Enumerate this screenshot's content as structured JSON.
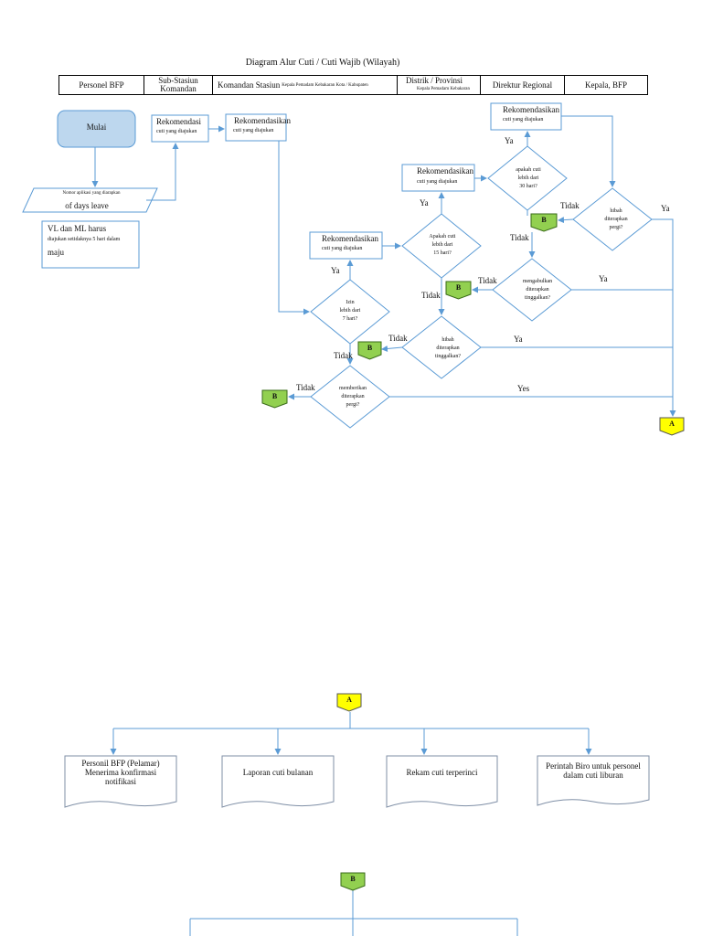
{
  "title": "Diagram Alur Cuti / Cuti Wajib (Wilayah)",
  "header": [
    {
      "label": "Personel BFP"
    },
    {
      "label": "Sub-Stasiun Komandan"
    },
    {
      "label": "Komandan Stasiun",
      "sub": "Kepala Pemadam Kebakaran Kota / Kabupaten"
    },
    {
      "label": "Distrik / Provinsi",
      "sub": "Kepala Pemadam Kebakaran"
    },
    {
      "label": "Direktur Regional"
    },
    {
      "label": "Kepala, BFP"
    }
  ],
  "nodes": {
    "start": "Mulai",
    "apply_line1": "Nomor aplikasi yang diarapkan",
    "apply_line2": "of days leave",
    "note_title": "VL dan ML harus",
    "note_line2": "diajukan setidaknya 5 hari dalam",
    "note_line3": "maju",
    "rec1_title": "Rekomendasi",
    "rec1_sub": "cuti yang diajukan",
    "rec2_title": "Rekomendasikan",
    "rec2_sub": "cuti yang diajukan",
    "rec3_title": "Rekomendasikan",
    "rec3_sub": "cuti yang diajukan",
    "rec4_title": "Rekomendasikan",
    "rec4_sub": "cuti yang diajukan",
    "rec5_title": "Rekomendasikan",
    "rec5_sub": "cuti yang diajukan",
    "d7": [
      "Izin",
      "lebih dari",
      "7 hari?"
    ],
    "d15": [
      "Apakah cuti",
      "lebih dari",
      "15 hari?"
    ],
    "d30": [
      "apakah cuti",
      "lebih dari",
      "30 hari?"
    ],
    "dgrant1": [
      "memberikan",
      "diterapkan",
      "pergi?"
    ],
    "dgrant2": [
      "hibah",
      "diterapkan",
      "tinggalkan?"
    ],
    "dgrant3": [
      "mengabulkan",
      "diterapkan",
      "tinggalkan?"
    ],
    "dgrant4": [
      "hibah",
      "diterapkan",
      "pergi?"
    ]
  },
  "edge_labels": {
    "ya": "Ya",
    "tidak": "Tidak",
    "yes": "Yes"
  },
  "connectors": {
    "a": "A",
    "b": "B"
  },
  "outputs": [
    [
      "Personil BFP (Pelamar)",
      "Menerima konfirmasi",
      "notifikasi"
    ],
    [
      "Laporan cuti bulanan"
    ],
    [
      "Rekam cuti terperinci"
    ],
    [
      "Perintah Biro untuk personel",
      "dalam cuti liburan"
    ]
  ]
}
